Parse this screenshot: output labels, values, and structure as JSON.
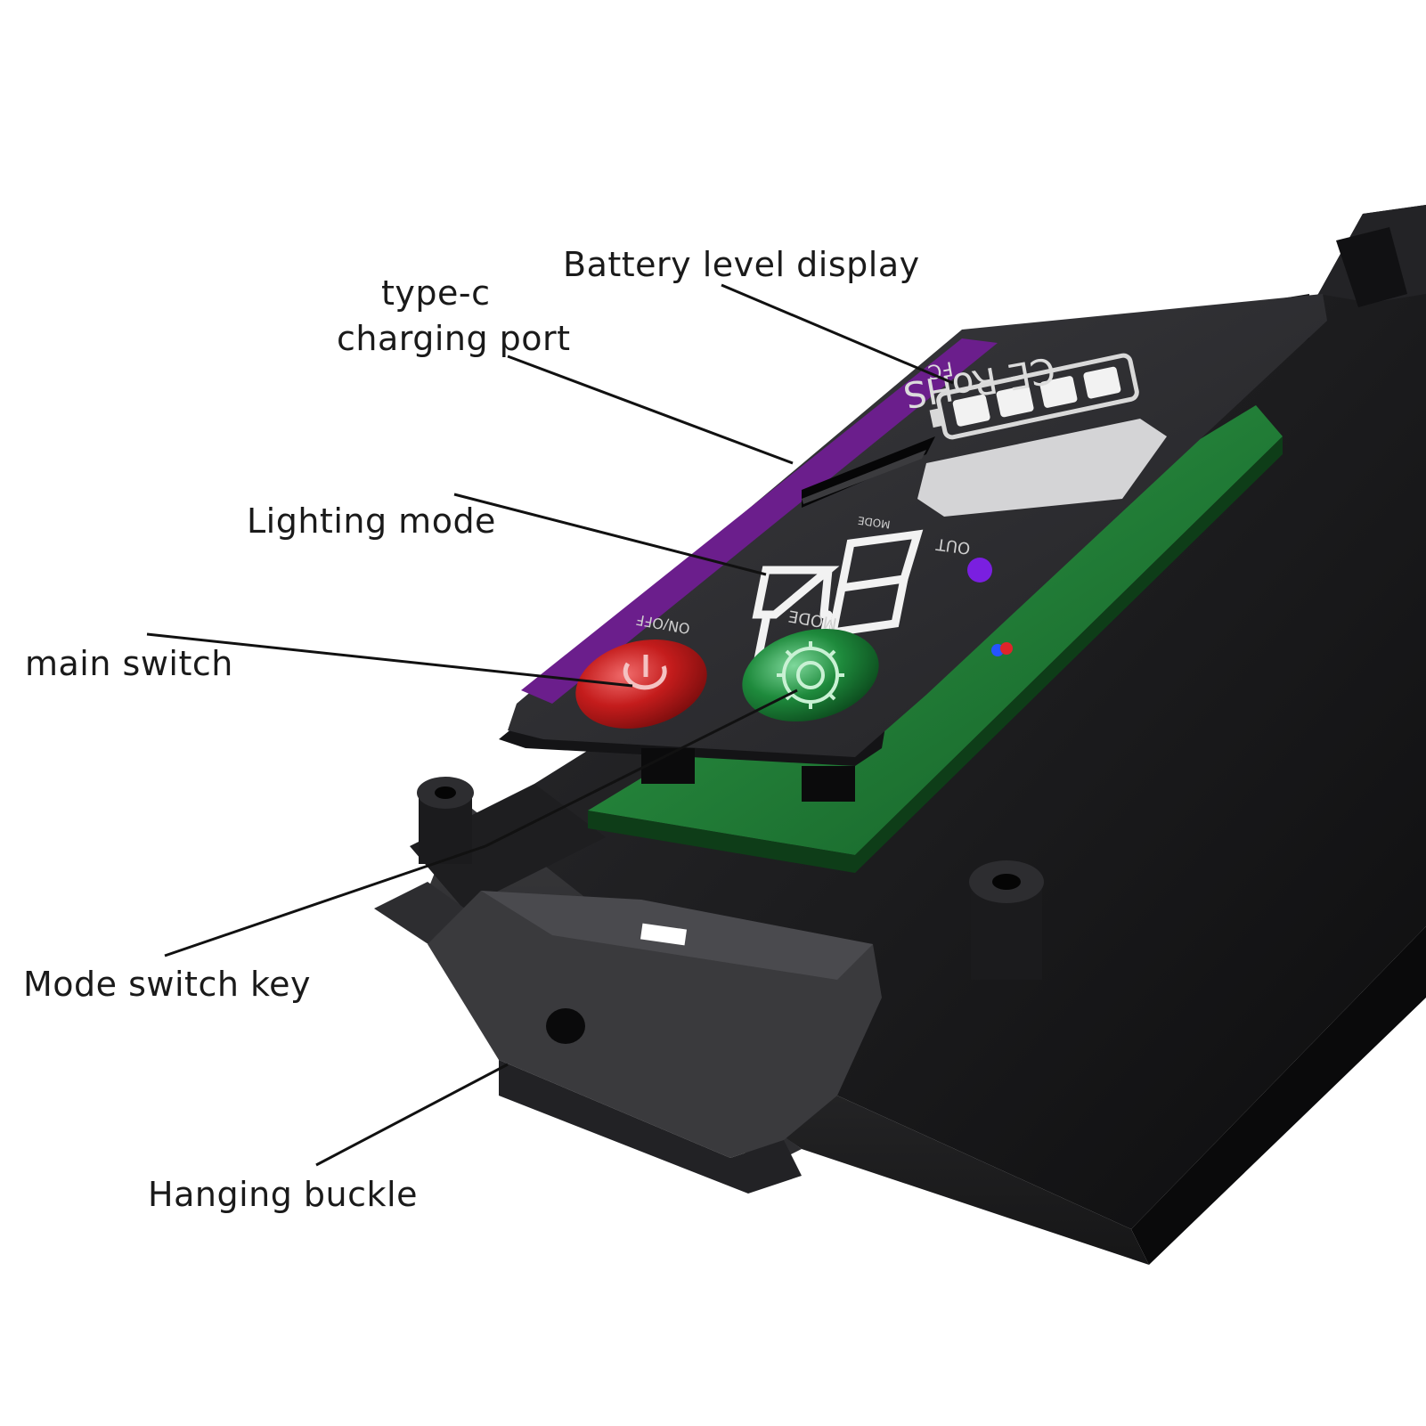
{
  "callouts": {
    "battery_level_display": "Battery level display",
    "type_c_line1": "type-c",
    "type_c_line2": "charging port",
    "lighting_mode": "Lighting mode",
    "main_switch": "main switch",
    "mode_switch_key": "Mode switch key",
    "hanging_buckle": "Hanging buckle"
  },
  "panel_print": {
    "cert_marks": "CE RoHS",
    "fcc_mark": "FC",
    "mode_small": "MODE",
    "out_label": "OUT",
    "on_off_label": "ON/OFF",
    "mode_label": "MODE"
  },
  "battery_bars_lit": 4,
  "colors": {
    "housing": "#1c1c1e",
    "faceplate": "#2b2b2e",
    "pcb_green": "#1f7a33",
    "purple_edge": "#6b1e8c",
    "power_button_red": "#c41c1c",
    "mode_button_green": "#1e8a3c",
    "out_led_purple": "#7a1fe0"
  }
}
